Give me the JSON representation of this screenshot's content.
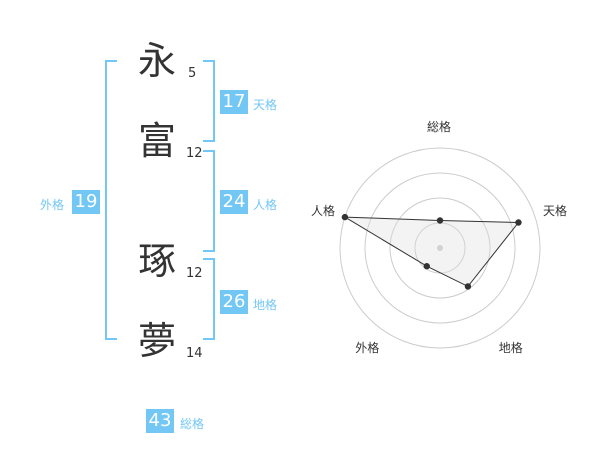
{
  "name": {
    "chars": [
      {
        "char": "永",
        "strokes": "5"
      },
      {
        "char": "富",
        "strokes": "12"
      },
      {
        "char": "琢",
        "strokes": "12"
      },
      {
        "char": "夢",
        "strokes": "14"
      }
    ]
  },
  "fortune": {
    "tenkaku": {
      "value": "17",
      "label": "天格"
    },
    "jinkaku": {
      "value": "24",
      "label": "人格"
    },
    "chikaku": {
      "value": "26",
      "label": "地格"
    },
    "gaikaku": {
      "value": "19",
      "label": "外格"
    },
    "soukaku": {
      "value": "43",
      "label": "総格"
    }
  },
  "colors": {
    "accent": "#73c7f5",
    "text": "#333333",
    "grid": "#cccccc"
  },
  "chart_data": {
    "type": "radar",
    "axes": [
      "総格",
      "天格",
      "地格",
      "外格",
      "人格"
    ],
    "levels": 4,
    "max": 4,
    "values": [
      1.1,
      3.3,
      1.9,
      0.9,
      4.0
    ]
  }
}
